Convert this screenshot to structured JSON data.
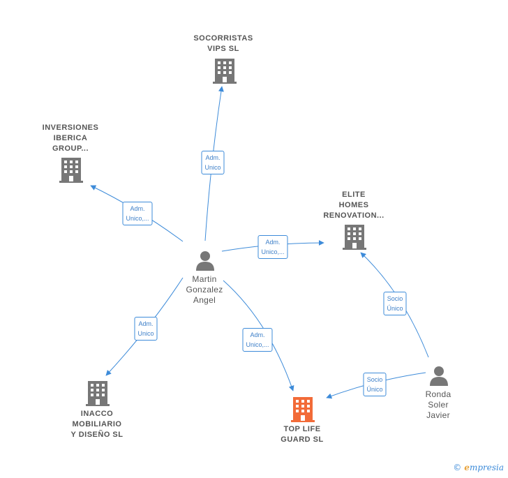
{
  "companies": {
    "socorristas": {
      "lines": [
        "SOCORRISTAS",
        "VIPS  SL"
      ]
    },
    "inversiones": {
      "lines": [
        "INVERSIONES",
        "IBERICA",
        "GROUP..."
      ]
    },
    "elite": {
      "lines": [
        "ELITE",
        "HOMES",
        "RENOVATION..."
      ]
    },
    "inacco": {
      "lines": [
        "INACCO",
        "MOBILIARIO",
        "Y DISEÑO  SL"
      ]
    },
    "toplife": {
      "lines": [
        "TOP LIFE",
        "GUARD  SL"
      ]
    }
  },
  "persons": {
    "martin": {
      "lines": [
        "Martin",
        "Gonzalez",
        "Angel"
      ]
    },
    "ronda": {
      "lines": [
        "Ronda",
        "Soler",
        "Javier"
      ]
    }
  },
  "edges": {
    "martin_socorristas": [
      "Adm.",
      "Unico"
    ],
    "martin_inversiones": [
      "Adm.",
      "Unico,..."
    ],
    "martin_elite": [
      "Adm.",
      "Unico,..."
    ],
    "martin_inacco": [
      "Adm.",
      "Unico"
    ],
    "martin_toplife": [
      "Adm.",
      "Unico,..."
    ],
    "ronda_elite": [
      "Socio",
      "Único"
    ],
    "ronda_toplife": [
      "Socio",
      "Único"
    ]
  },
  "colors": {
    "edge": "#3d8bd9",
    "building": "#777777",
    "highlight_building": "#f26b38",
    "person": "#777777"
  },
  "icons": {
    "company": "building-icon",
    "person": "person-icon"
  },
  "watermark": {
    "symbol": "©",
    "brand_initial": "e",
    "brand_rest": "mpresia"
  }
}
